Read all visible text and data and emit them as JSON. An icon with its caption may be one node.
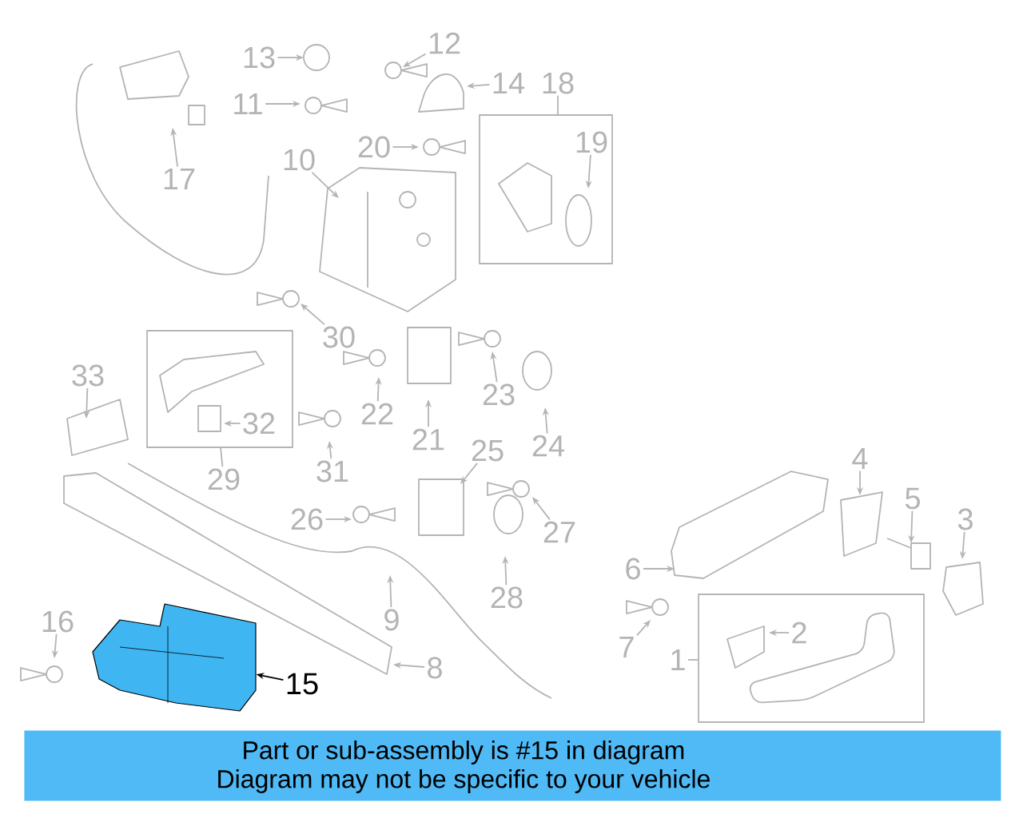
{
  "diagram": {
    "nodes": [
      {
        "text": [
          "13"
        ]
      },
      {
        "text": [
          "12"
        ]
      },
      {
        "text": [
          "14"
        ]
      },
      {
        "text": [
          "18"
        ]
      },
      {
        "text": [
          "11"
        ]
      },
      {
        "text": [
          "17"
        ]
      },
      {
        "text": [
          "10"
        ]
      },
      {
        "text": [
          "20"
        ]
      },
      {
        "text": [
          "19"
        ]
      },
      {
        "text": [
          "30"
        ]
      },
      {
        "text": [
          "33"
        ]
      },
      {
        "text": [
          "32"
        ]
      },
      {
        "text": [
          "29"
        ]
      },
      {
        "text": [
          "22"
        ]
      },
      {
        "text": [
          "23"
        ]
      },
      {
        "text": [
          "21"
        ]
      },
      {
        "text": [
          "24"
        ]
      },
      {
        "text": [
          "31"
        ]
      },
      {
        "text": [
          "25"
        ]
      },
      {
        "text": [
          "26"
        ]
      },
      {
        "text": [
          "27"
        ]
      },
      {
        "text": [
          "28"
        ]
      },
      {
        "text": [
          "9"
        ]
      },
      {
        "text": [
          "16"
        ]
      },
      {
        "text": [
          "8"
        ]
      },
      {
        "text": [
          "15"
        ]
      },
      {
        "text": [
          "4"
        ]
      },
      {
        "text": [
          "5"
        ]
      },
      {
        "text": [
          "3"
        ]
      },
      {
        "text": [
          "6"
        ]
      },
      {
        "text": [
          "7"
        ]
      },
      {
        "text": [
          "2"
        ]
      },
      {
        "text": [
          "1"
        ]
      },
      {
        "text": [
          "Part or sub-assembly is #15 in diagram",
          "Diagram may not be specific to your vehicle"
        ]
      },
      {
        "text": [],
        "shape": "picture"
      }
    ],
    "edges": [
      {
        "from": 0,
        "to": null,
        "arrow": "to"
      },
      {
        "from": 1,
        "to": null,
        "arrow": "to"
      },
      {
        "from": 2,
        "to": null,
        "arrow": "to"
      },
      {
        "from": 3,
        "to": null,
        "arrow": "none"
      },
      {
        "from": 4,
        "to": null,
        "arrow": "to"
      },
      {
        "from": 5,
        "to": null,
        "arrow": "to"
      },
      {
        "from": 6,
        "to": null,
        "arrow": "to"
      },
      {
        "from": 7,
        "to": null,
        "arrow": "to"
      },
      {
        "from": 8,
        "to": null,
        "arrow": "to"
      },
      {
        "from": 9,
        "to": null,
        "arrow": "to"
      },
      {
        "from": 10,
        "to": null,
        "arrow": "to"
      },
      {
        "from": 11,
        "to": null,
        "arrow": "to"
      },
      {
        "from": 12,
        "to": null,
        "arrow": "none"
      },
      {
        "from": 13,
        "to": null,
        "arrow": "to"
      },
      {
        "from": 14,
        "to": null,
        "arrow": "to"
      },
      {
        "from": 15,
        "to": null,
        "arrow": "to"
      },
      {
        "from": 16,
        "to": null,
        "arrow": "to"
      },
      {
        "from": 17,
        "to": null,
        "arrow": "to"
      },
      {
        "from": 18,
        "to": null,
        "arrow": "to"
      },
      {
        "from": 19,
        "to": null,
        "arrow": "to"
      },
      {
        "from": 20,
        "to": null,
        "arrow": "to"
      },
      {
        "from": 21,
        "to": null,
        "arrow": "to"
      },
      {
        "from": 22,
        "to": null,
        "arrow": "to"
      },
      {
        "from": 23,
        "to": null,
        "arrow": "to"
      },
      {
        "from": 24,
        "to": null,
        "arrow": "to"
      },
      {
        "from": 25,
        "to": 34,
        "arrow": "to",
        "color": "#000000"
      },
      {
        "from": 26,
        "to": null,
        "arrow": "to"
      },
      {
        "from": 27,
        "to": null,
        "arrow": "to"
      },
      {
        "from": 28,
        "to": null,
        "arrow": "to"
      },
      {
        "from": 29,
        "to": null,
        "arrow": "to"
      },
      {
        "from": 30,
        "to": null,
        "arrow": "to"
      },
      {
        "from": 31,
        "to": null,
        "arrow": "to"
      },
      {
        "from": 32,
        "to": null,
        "arrow": "none"
      }
    ]
  }
}
